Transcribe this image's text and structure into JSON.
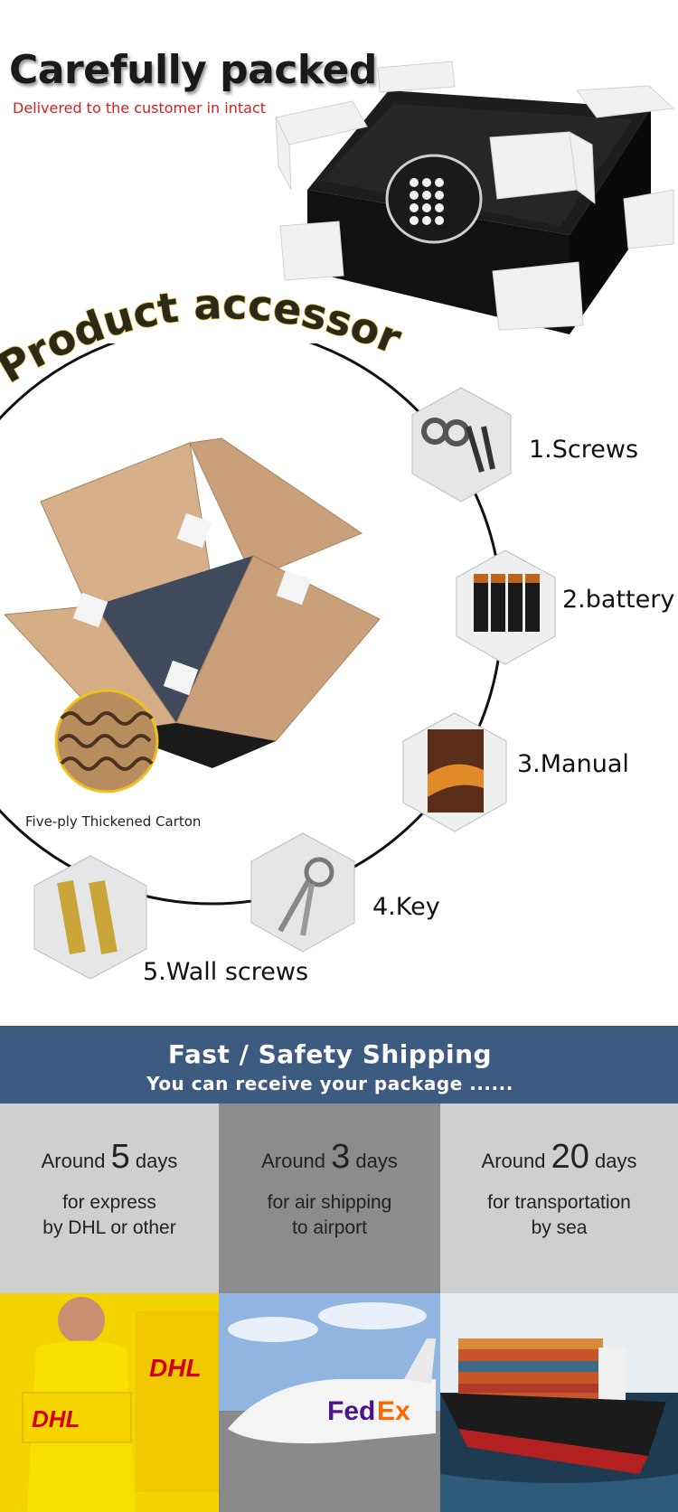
{
  "packing": {
    "title": "Carefully packed",
    "subtitle": "Delivered to the customer in intact"
  },
  "accessories": {
    "title": "Product accessories",
    "carton_label": "Five-ply Thickened Carton",
    "items": [
      {
        "label": "1.Screws"
      },
      {
        "label": "2.battery"
      },
      {
        "label": "3.Manual"
      },
      {
        "label": "4.Key"
      },
      {
        "label": "5.Wall screws"
      }
    ]
  },
  "shipping": {
    "title": "Fast / Safety Shipping",
    "subtitle": "You can receive your package ......",
    "columns": [
      {
        "prefix": "Around",
        "number": "5",
        "suffix": "days",
        "line1": "for express",
        "line2": "by DHL or other"
      },
      {
        "prefix": "Around",
        "number": "3",
        "suffix": "days",
        "line1": "for air shipping",
        "line2": "to airport"
      },
      {
        "prefix": "Around",
        "number": "20",
        "suffix": "days",
        "line1": "for transportation",
        "line2": "by sea"
      }
    ]
  },
  "colors": {
    "banner": "#3d5a80",
    "subtitle_red": "#d42020",
    "col_light": "#cfcfcf",
    "col_dark": "#8c8c8c"
  }
}
